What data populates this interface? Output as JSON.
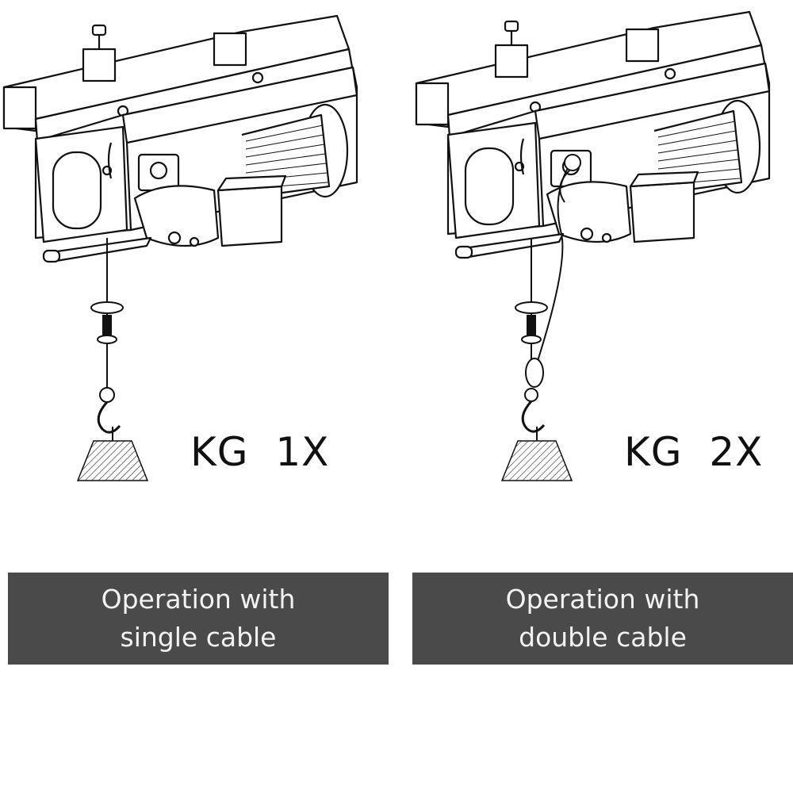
{
  "panels": [
    {
      "label": "KG  1X",
      "caption_line1": "Operation with",
      "caption_line2": "single cable"
    },
    {
      "label": "KG  2X",
      "caption_line1": "Operation with",
      "caption_line2": "double cable"
    }
  ],
  "colors": {
    "caption_background": "#4a4a4a",
    "caption_text": "#f2f2f2",
    "line_art": "#111111"
  }
}
